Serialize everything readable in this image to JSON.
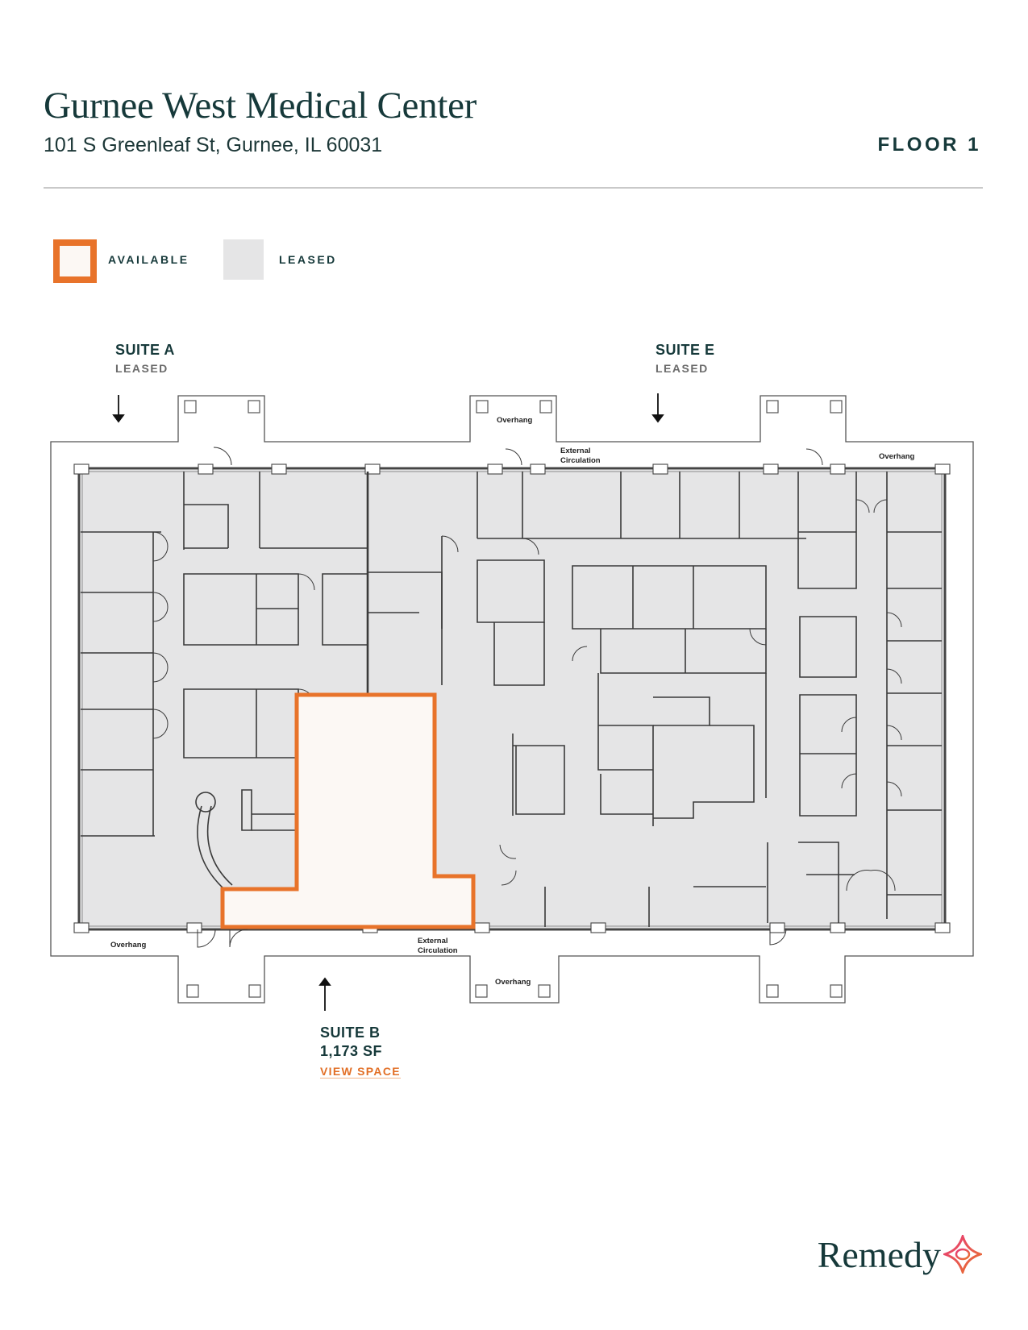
{
  "header": {
    "title": "Gurnee West Medical Center",
    "address": "101 S Greenleaf St, Gurnee, IL 60031",
    "floor": "FLOOR 1"
  },
  "legend": {
    "available_label": "AVAILABLE",
    "leased_label": "LEASED",
    "available_color": "#e8732a",
    "available_fill": "#fcf8f4",
    "leased_color": "#e5e5e6"
  },
  "suites": [
    {
      "name": "SUITE A",
      "status": "LEASED",
      "arrow": "down"
    },
    {
      "name": "SUITE E",
      "status": "LEASED",
      "arrow": "down"
    },
    {
      "name": "SUITE B",
      "area": "1,173 SF",
      "status": "AVAILABLE",
      "link": "VIEW SPACE",
      "arrow": "up"
    }
  ],
  "plan_labels": {
    "overhang_top": "Overhang",
    "overhang_top_right": "Overhang",
    "overhang_bottom_left": "Overhang",
    "overhang_bottom": "Overhang",
    "external_circulation_top_1": "External",
    "external_circulation_top_2": "Circulation",
    "external_circulation_bottom_1": "External",
    "external_circulation_bottom_2": "Circulation"
  },
  "brand": {
    "name": "Remedy",
    "text_color": "#16393a",
    "accent_colors": [
      "#e8732a",
      "#e8397a"
    ]
  }
}
